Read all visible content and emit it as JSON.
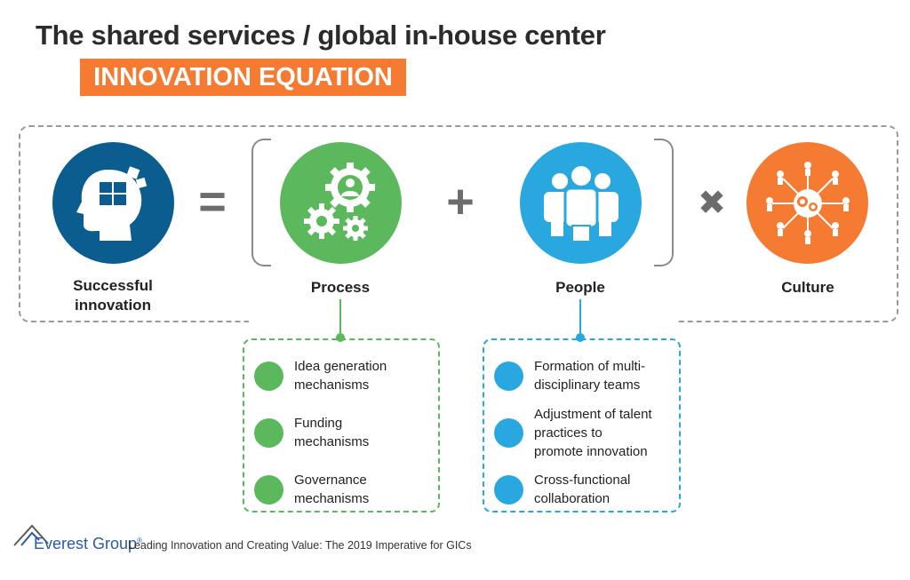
{
  "header": {
    "title": "The shared services / global in-house center",
    "subtitle": "INNOVATION EQUATION"
  },
  "equation": {
    "result": {
      "label_line1": "Successful",
      "label_line2": "innovation",
      "icon": "head-puzzle-icon",
      "color": "#0b5c8f"
    },
    "equals_symbol": "=",
    "plus_symbol": "+",
    "times_symbol": "✖",
    "process": {
      "label": "Process",
      "icon": "gears-person-icon",
      "color": "#5cb85c"
    },
    "people": {
      "label": "People",
      "icon": "team-icon",
      "color": "#29a8e0"
    },
    "culture": {
      "label": "Culture",
      "icon": "network-gear-icon",
      "color": "#f47b31"
    }
  },
  "process_list": {
    "items": [
      {
        "line1": "Idea generation",
        "line2": "mechanisms"
      },
      {
        "line1": "Funding",
        "line2": "mechanisms"
      },
      {
        "line1": "Governance",
        "line2": "mechanisms"
      }
    ]
  },
  "people_list": {
    "items": [
      {
        "lines": [
          "Formation of multi-",
          "disciplinary teams"
        ]
      },
      {
        "lines": [
          "Adjustment of talent",
          "practices to",
          "promote innovation"
        ]
      },
      {
        "lines": [
          "Cross-functional",
          "collaboration"
        ]
      }
    ]
  },
  "footer": {
    "brand": "Everest Group",
    "registered": "®",
    "caption": "Leading Innovation and Creating Value: The 2019 Imperative for GICs"
  },
  "colors": {
    "accent_orange": "#f47b31",
    "green": "#5cb85c",
    "blue": "#29a8e0",
    "navy": "#0b5c8f"
  }
}
